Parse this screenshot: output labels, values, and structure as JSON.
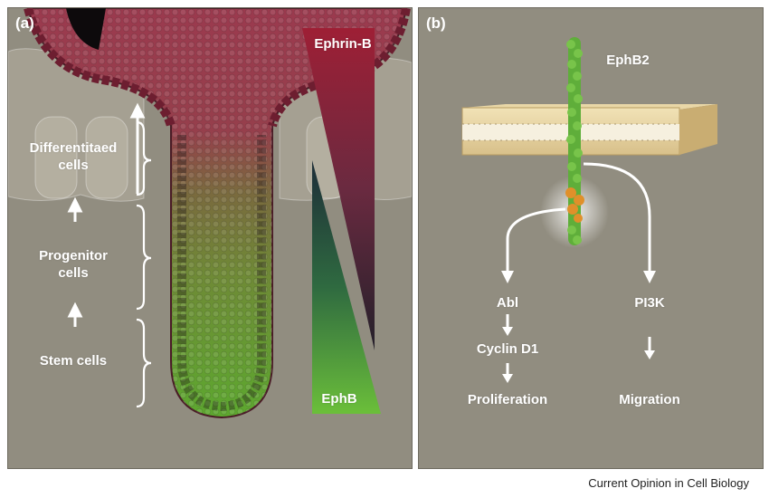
{
  "panel_a": {
    "label": "(a)",
    "stages": [
      "Differentitaed\ncells",
      "Progenitor\ncells",
      "Stem cells"
    ],
    "gradient_top": "Ephrin-B",
    "gradient_bottom": "EphB",
    "colors": {
      "ephrin": "#8c1e34",
      "ephb": "#5ea83a"
    }
  },
  "panel_b": {
    "label": "(b)",
    "receptor": "EphB2",
    "left_path": [
      "Abl",
      "Cyclin D1",
      "Proliferation"
    ],
    "right_path": [
      "PI3K",
      "Migration"
    ]
  },
  "credit": "Current Opinion in Cell Biology"
}
